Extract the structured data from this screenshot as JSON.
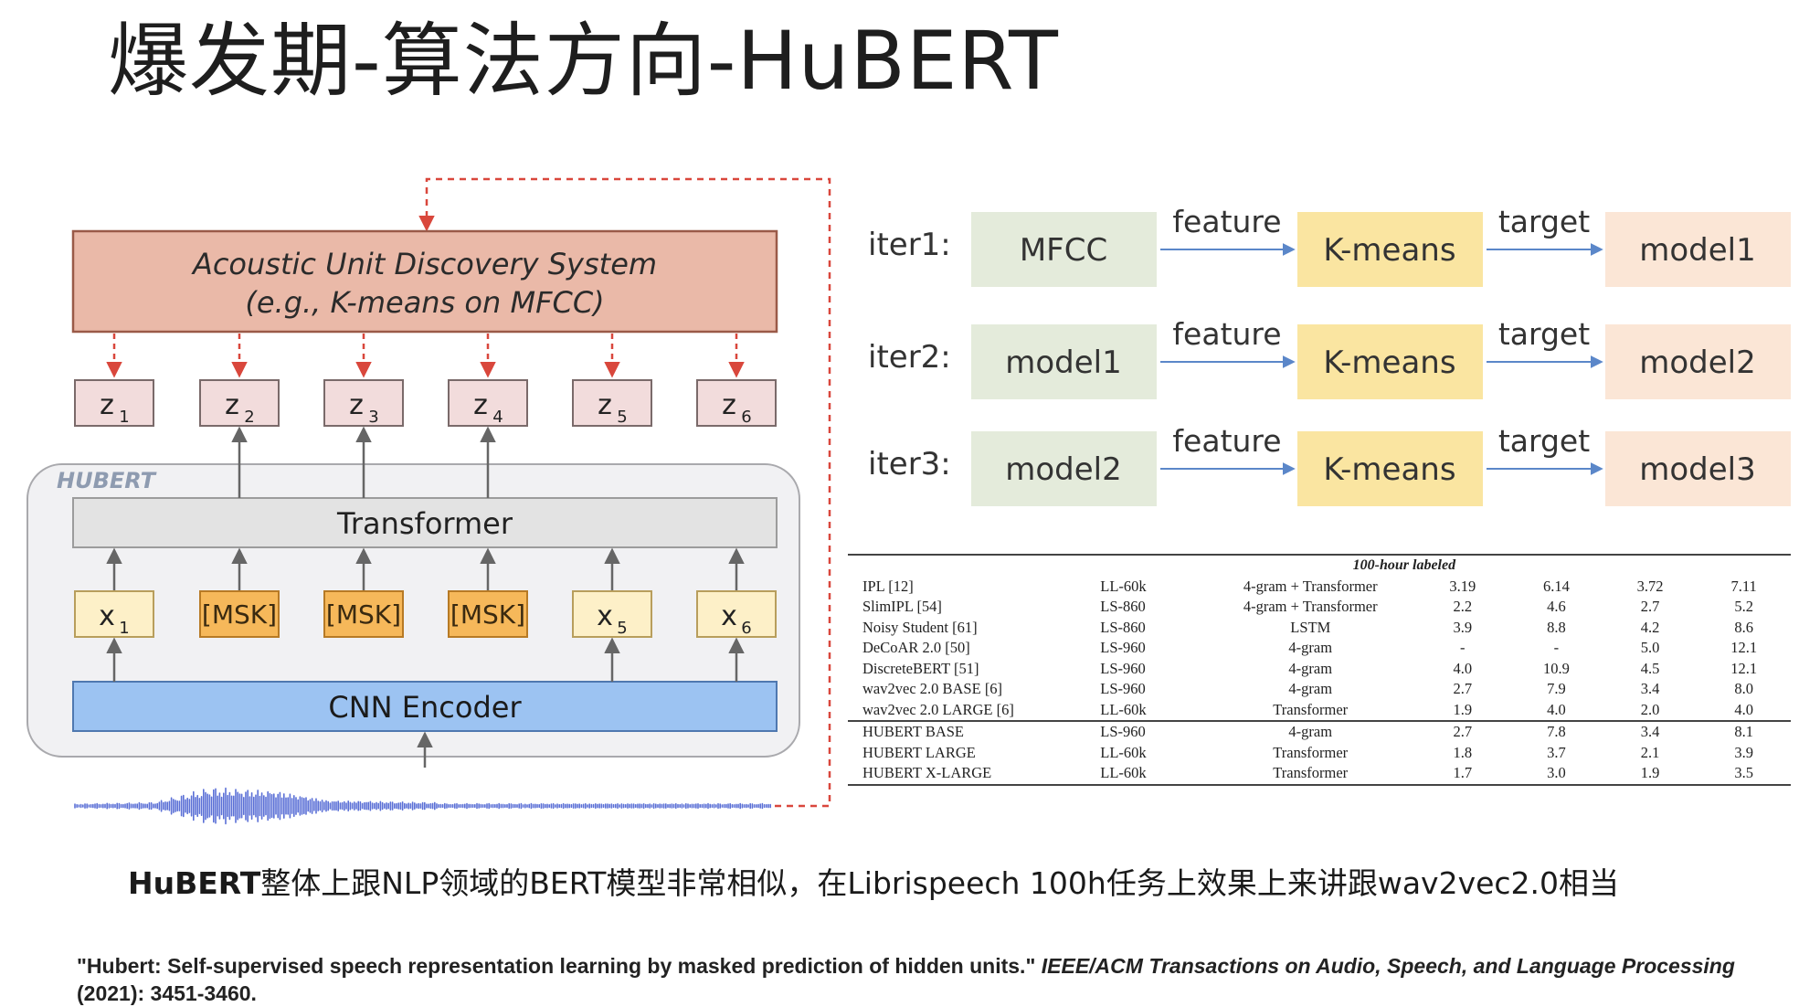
{
  "slide": {
    "title": "爆发期-算法方向-HuBERT"
  },
  "architecture": {
    "ads_line1": "Acoustic Unit Discovery System",
    "ads_line2": "(e.g., K-means on MFCC)",
    "hubert_label": "HUBERT",
    "transformer_label": "Transformer",
    "cnn_label": "CNN Encoder",
    "targets": [
      {
        "base": "z",
        "sub": "1"
      },
      {
        "base": "z",
        "sub": "2"
      },
      {
        "base": "z",
        "sub": "3"
      },
      {
        "base": "z",
        "sub": "4"
      },
      {
        "base": "z",
        "sub": "5"
      },
      {
        "base": "z",
        "sub": "6"
      }
    ],
    "inputs": [
      {
        "base": "x",
        "sub": "1",
        "masked": false
      },
      {
        "base": "[MSK]",
        "sub": "",
        "masked": true
      },
      {
        "base": "[MSK]",
        "sub": "",
        "masked": true
      },
      {
        "base": "[MSK]",
        "sub": "",
        "masked": true
      },
      {
        "base": "x",
        "sub": "5",
        "masked": false
      },
      {
        "base": "x",
        "sub": "6",
        "masked": false
      }
    ],
    "colors": {
      "ads_fill": "#eab9a8",
      "ads_stroke": "#9a5a48",
      "target_fill": "#f2dcdc",
      "hubert_fill": "#f1f1f3",
      "transformer_fill": "#e3e3e3",
      "input_fill": "#fdf0c8",
      "mask_fill": "#f6b85a",
      "cnn_fill": "#9cc3f2",
      "dashed": "#d9473c"
    }
  },
  "iterations": [
    {
      "label": "iter1:",
      "source": "MFCC",
      "feature": "feature",
      "cluster": "K-means",
      "target": "target",
      "model": "model1"
    },
    {
      "label": "iter2:",
      "source": "model1",
      "feature": "feature",
      "cluster": "K-means",
      "target": "target",
      "model": "model2"
    },
    {
      "label": "iter3:",
      "source": "model2",
      "feature": "feature",
      "cluster": "K-means",
      "target": "target",
      "model": "model3"
    }
  ],
  "iter_colors": {
    "source_fill": "#e4ebdb",
    "cluster_fill": "#fae5a1",
    "model_fill": "#fbe6d6",
    "arrow": "#5b87c9"
  },
  "results_table": {
    "header": "100-hour labeled",
    "baselines": [
      [
        "IPL [12]",
        "LL-60k",
        "4-gram + Transformer",
        "3.19",
        "6.14",
        "3.72",
        "7.11"
      ],
      [
        "SlimIPL [54]",
        "LS-860",
        "4-gram + Transformer",
        "2.2",
        "4.6",
        "2.7",
        "5.2"
      ],
      [
        "Noisy Student [61]",
        "LS-860",
        "LSTM",
        "3.9",
        "8.8",
        "4.2",
        "8.6"
      ],
      [
        "DeCoAR 2.0 [50]",
        "LS-960",
        "4-gram",
        "-",
        "-",
        "5.0",
        "12.1"
      ],
      [
        "DiscreteBERT [51]",
        "LS-960",
        "4-gram",
        "4.0",
        "10.9",
        "4.5",
        "12.1"
      ],
      [
        "wav2vec 2.0 BASE [6]",
        "LS-960",
        "4-gram",
        "2.7",
        "7.9",
        "3.4",
        "8.0"
      ],
      [
        "wav2vec 2.0 LARGE [6]",
        "LL-60k",
        "Transformer",
        "1.9",
        "4.0",
        "2.0",
        "4.0"
      ]
    ],
    "hubert": [
      [
        "HUBERT BASE",
        "LS-960",
        "4-gram",
        "2.7",
        "7.8",
        "3.4",
        "8.1"
      ],
      [
        "HUBERT LARGE",
        "LL-60k",
        "Transformer",
        "1.8",
        "3.7",
        "2.1",
        "3.9"
      ],
      [
        "HUBERT X-LARGE",
        "LL-60k",
        "Transformer",
        "1.7",
        "3.0",
        "1.9",
        "3.5"
      ]
    ]
  },
  "caption": {
    "bold": "HuBERT",
    "rest": "整体上跟NLP领域的BERT模型非常相似，在Librispeech 100h任务上效果上来讲跟wav2vec2.0相当"
  },
  "citation": {
    "quote": "\"Hubert: Self-supervised speech representation learning by masked prediction of hidden units.\"",
    "venue": "IEEE/ACM Transactions on Audio, Speech, and Language Processing",
    "details": "(2021): 3451-3460."
  }
}
